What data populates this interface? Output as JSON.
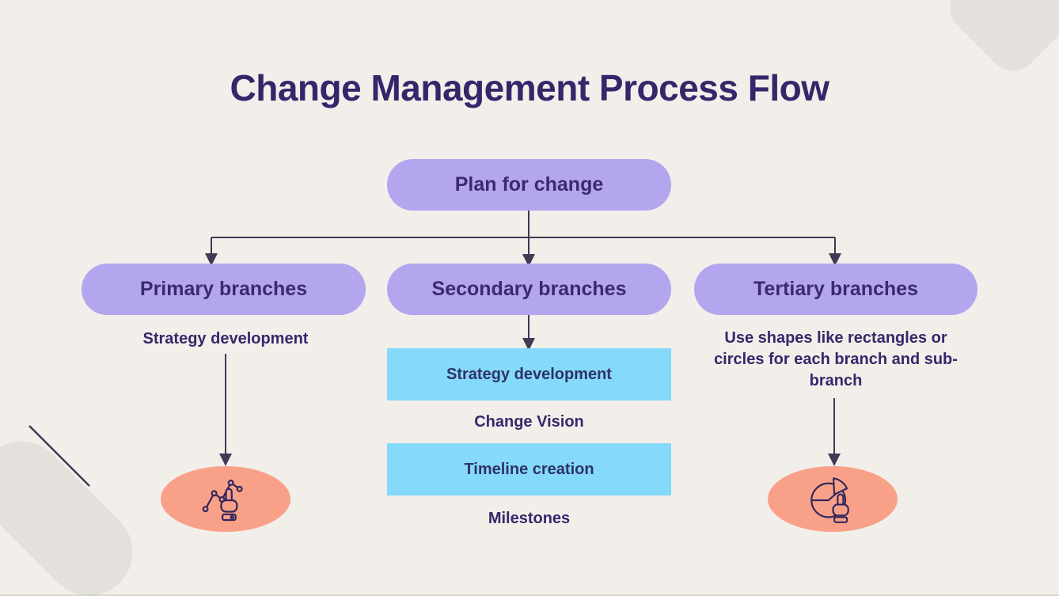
{
  "title": "Change Management Process Flow",
  "flow": {
    "root": {
      "label": "Plan for change"
    },
    "branches": [
      {
        "label": "Primary branches",
        "note": "Strategy development",
        "icon": "trend-chart-click-icon"
      },
      {
        "label": "Secondary branches",
        "items": [
          {
            "label": "Strategy development",
            "style": "filled"
          },
          {
            "label": "Change Vision",
            "style": "plain"
          },
          {
            "label": "Timeline creation",
            "style": "filled"
          },
          {
            "label": "Milestones",
            "style": "plain"
          }
        ]
      },
      {
        "label": "Tertiary branches",
        "note": "Use shapes like rectangles or circles for each branch and sub-branch",
        "icon": "pie-chart-click-icon"
      }
    ]
  },
  "colors": {
    "background": "#f2eeea",
    "pill_fill": "#b3a5ee",
    "sub_item_fill": "#85d9fa",
    "ellipse_fill": "#f9a188",
    "text_dark": "#35286b",
    "connector": "#403a54",
    "decor_grey": "#e4e1dd"
  }
}
